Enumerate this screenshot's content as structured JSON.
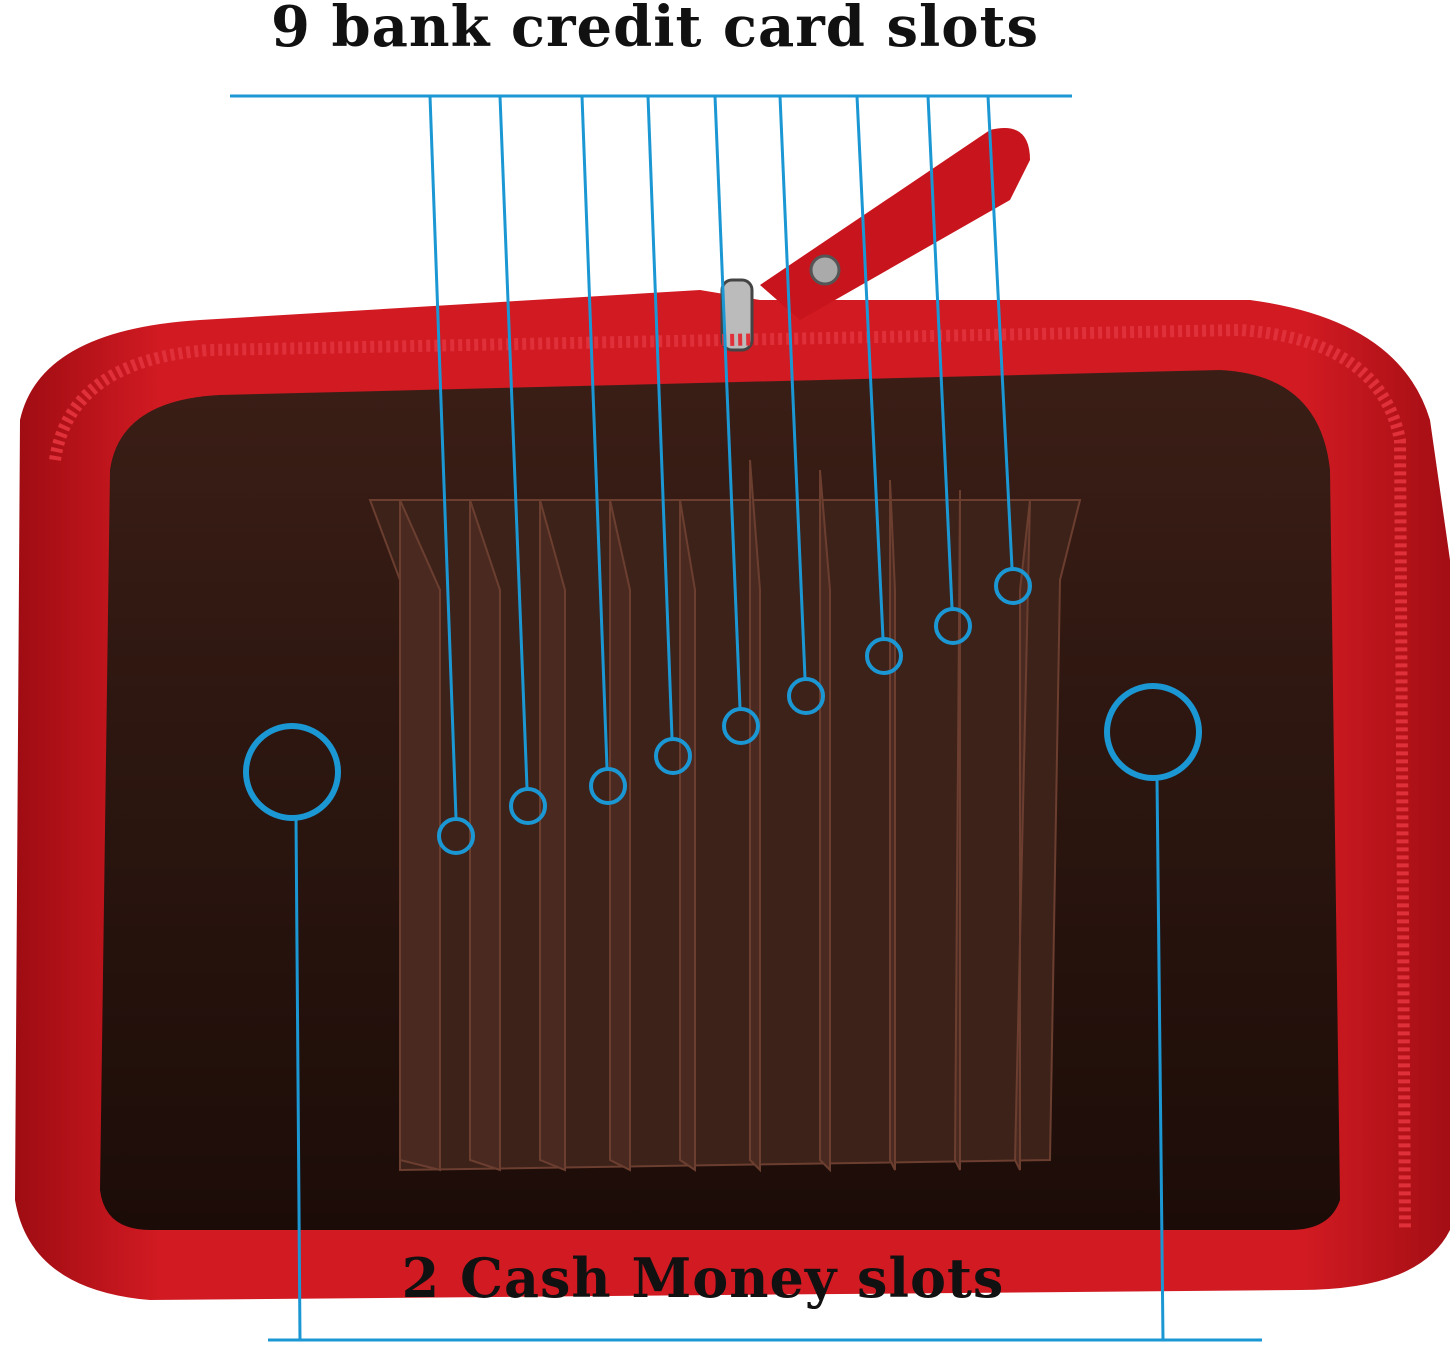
{
  "annotations": {
    "top_caption": "9 bank credit card slots",
    "bottom_caption": "2 Cash Money slots",
    "card_slot_count": 9,
    "cash_slot_count": 2
  },
  "colors": {
    "annotation_line": "#1b97d4",
    "wallet_leather": "#c8141c",
    "wallet_lining": "#2a1510",
    "slot_fabric": "#4a2a20"
  }
}
